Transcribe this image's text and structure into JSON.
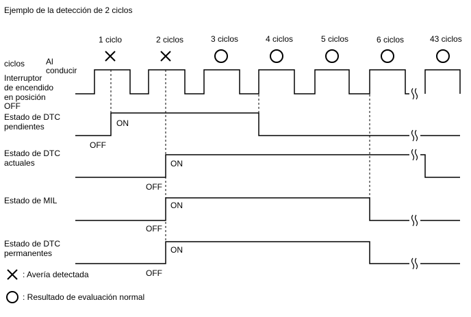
{
  "title": "Ejemplo de la detección de 2 ciclos",
  "cycles_header": "ciclos",
  "driving_label": "Al conducir",
  "cycles": [
    {
      "label": "1 ciclo",
      "result": "fault"
    },
    {
      "label": "2 ciclos",
      "result": "fault"
    },
    {
      "label": "3 ciclos",
      "result": "normal"
    },
    {
      "label": "4 ciclos",
      "result": "normal"
    },
    {
      "label": "5 ciclos",
      "result": "normal"
    },
    {
      "label": "6 ciclos",
      "result": "normal"
    },
    {
      "label": "43 ciclos",
      "result": "normal"
    }
  ],
  "rows": {
    "ignition": {
      "label": "Interruptor de encendido en posición",
      "off_label": "OFF"
    },
    "pending": {
      "label": "Estado de DTC pendientes",
      "on_label": "ON",
      "off_label": "OFF"
    },
    "current": {
      "label": "Estado de DTC actuales",
      "on_label": "ON",
      "off_label": "OFF"
    },
    "mil": {
      "label": "Estado de MIL",
      "on_label": "ON",
      "off_label": "OFF"
    },
    "permanent": {
      "label": "Estado de DTC permanentes",
      "on_label": "ON",
      "off_label": "OFF"
    }
  },
  "legend": {
    "fault": "Avería detectada",
    "normal": "Resultado de evaluación normal"
  }
}
